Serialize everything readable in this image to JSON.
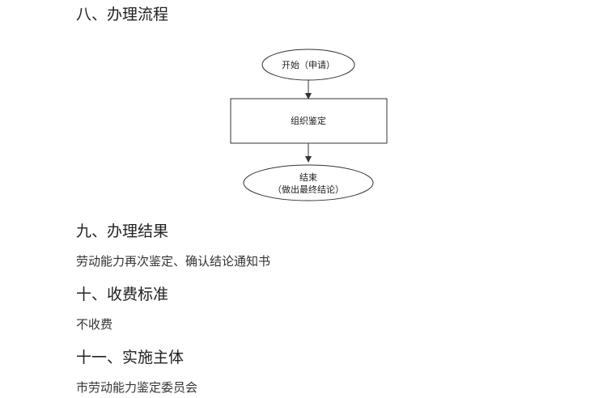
{
  "sections": {
    "process": {
      "heading": "八、办理流程"
    },
    "result": {
      "heading": "九、办理结果",
      "text": "劳动能力再次鉴定、确认结论通知书"
    },
    "fee": {
      "heading": "十、收费标准",
      "text": "不收费"
    },
    "subject": {
      "heading": "十一、实施主体",
      "text": "市劳动能力鉴定委员会"
    }
  },
  "flowchart": {
    "start": "开始（申请）",
    "step": "组织鉴定",
    "end_line1": "结束",
    "end_line2": "（做出最终结论）"
  },
  "colors": {
    "text": "#222222",
    "stroke": "#333333"
  }
}
